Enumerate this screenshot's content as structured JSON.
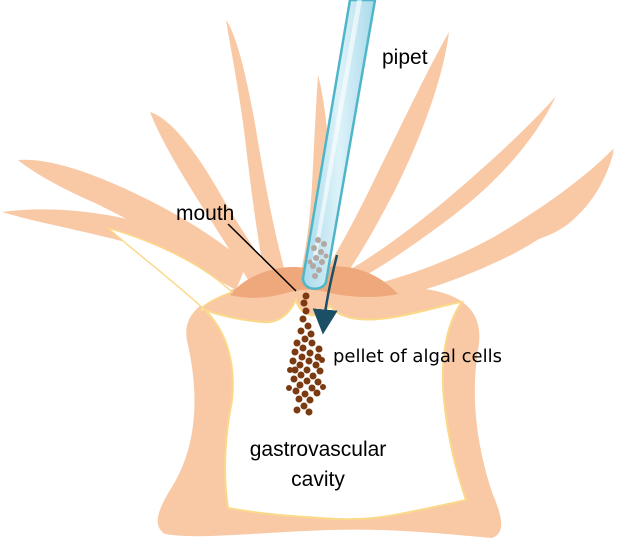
{
  "labels": {
    "pipet": "pipet",
    "mouth": "mouth",
    "pellet": "pellet of algal cells",
    "cavity_line1": "gastrovascular",
    "cavity_line2": "cavity"
  },
  "colors": {
    "body_tissue": "#F9C9A6",
    "oral_disc": "#EEA87B",
    "cavity_outline": "#FBD98A",
    "pipet_fill": "#BCE3F1",
    "pipet_edge": "#4FB6C9",
    "pellet": "#7C3A10",
    "pellet_in_pipet": "#B3A7A2",
    "arrow": "#1B4F66",
    "pellet_text": "#7C3A10"
  },
  "icons": {
    "flow_arrow": "arrow-down-icon"
  }
}
